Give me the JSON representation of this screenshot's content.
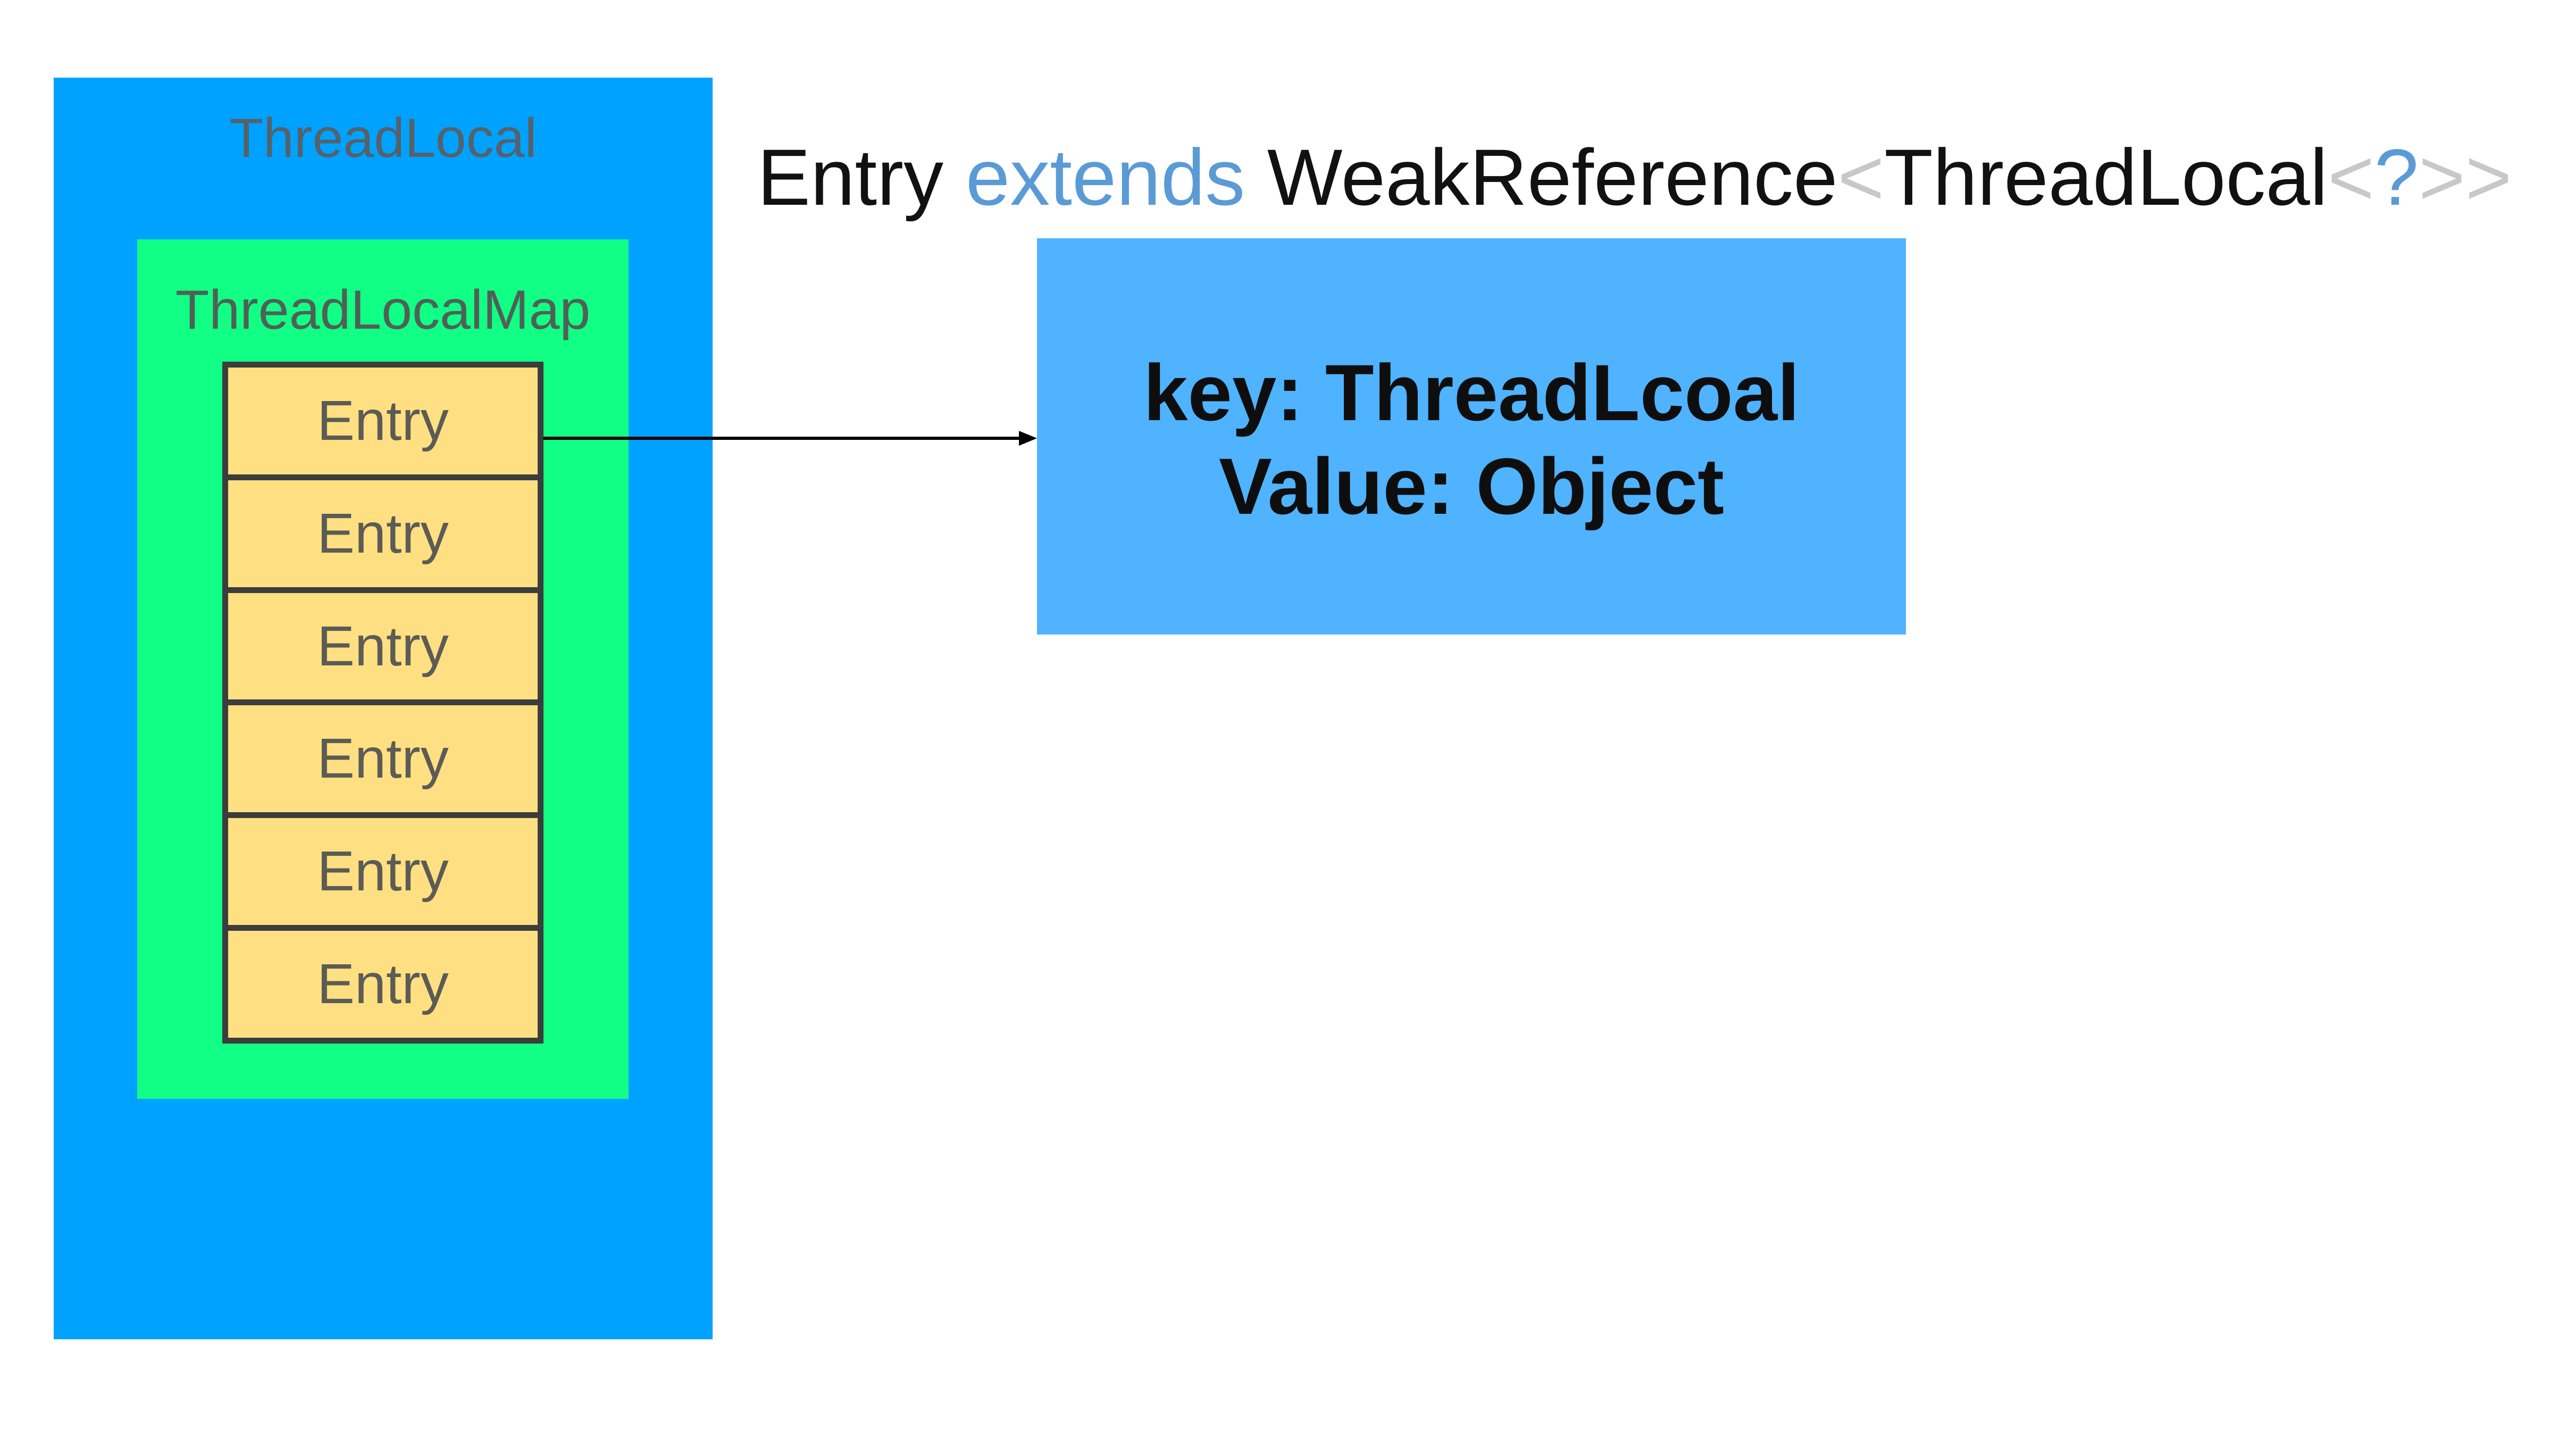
{
  "threadlocal": {
    "label": "ThreadLocal",
    "color": "#00a2ff"
  },
  "threadlocal_map": {
    "label": "ThreadLocalMap",
    "color": "#12ff86",
    "entries": [
      "Entry",
      "Entry",
      "Entry",
      "Entry",
      "Entry",
      "Entry"
    ],
    "entry_color": "#fee082"
  },
  "signature": {
    "class_name": "Entry",
    "keyword": "extends",
    "parent": "WeakReference",
    "open_bracket": "<",
    "type_arg": "ThreadLocal",
    "inner_open": "<",
    "wildcard": "?",
    "close_brackets": ">>"
  },
  "entry_detail": {
    "key_line": "key: ThreadLcoal",
    "value_line": "Value: Object",
    "color": "#4fb3ff"
  }
}
